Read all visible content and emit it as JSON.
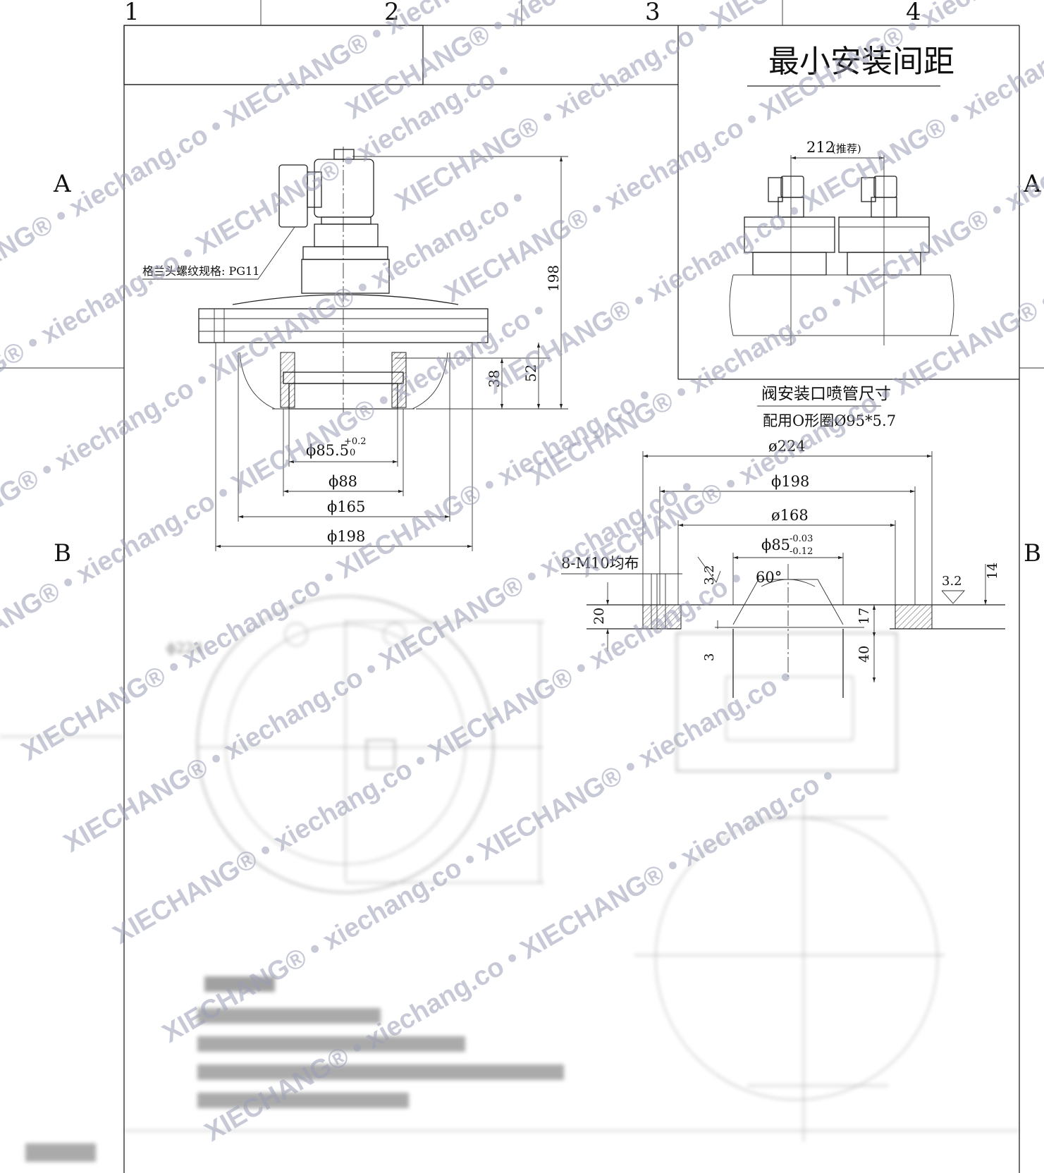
{
  "frame": {
    "column_numbers": [
      "1",
      "2",
      "3",
      "4"
    ],
    "row_letters_left": [
      "A",
      "B"
    ],
    "row_letters_right": [
      "A",
      "B"
    ]
  },
  "main_view": {
    "thread_note": "格兰头螺纹规格: PG11",
    "dim_height_198": "198",
    "dim_38": "38",
    "dim_52": "52",
    "dim_phi85_5": "ϕ85.5",
    "dim_phi85_5_tol_upper": "+0.2",
    "dim_phi85_5_tol_lower": "0",
    "dim_phi88": "ϕ88",
    "dim_phi165": "ϕ165",
    "dim_phi198": "ϕ198"
  },
  "spacing_view": {
    "title": "最小安装间距",
    "dim_212": "212",
    "dim_212_note": "(推荐)"
  },
  "nozzle_view": {
    "title": "阀安装口喷管尺寸",
    "oring_note": "配用O形圈Ø95*5.7",
    "dim_phi224": "ø224",
    "dim_phi198": "ϕ198",
    "dim_phi168": "ø168",
    "dim_phi85": "ϕ85",
    "dim_phi85_tol_upper": "-0.03",
    "dim_phi85_tol_lower": "-0.12",
    "bolt_note": "8-M10均布",
    "dim_3_2_left": "3.2",
    "dim_3_2_right": "3.2",
    "angle_60": "60°",
    "dim_14": "14",
    "dim_20": "20",
    "dim_17": "17",
    "dim_3": "3",
    "dim_40": "40"
  },
  "lower_blurred": {
    "dim_phi224": "ϕ224"
  },
  "watermark": {
    "brand": "XIECHANG®",
    "site": "xiechang.co",
    "separator": "•"
  }
}
